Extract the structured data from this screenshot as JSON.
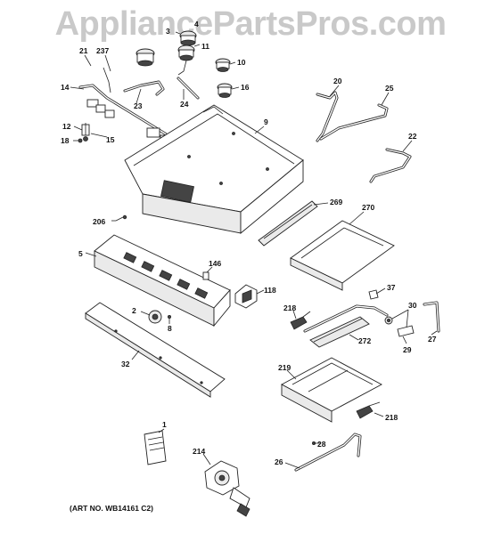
{
  "watermark": "AppliancePartsPros.com",
  "art_number": "(ART NO. WB14161 C2)",
  "callouts": {
    "c1": "1",
    "c2": "2",
    "c3": "3",
    "c4": "4",
    "c5": "5",
    "c8": "8",
    "c9": "9",
    "c10": "10",
    "c11": "11",
    "c12": "12",
    "c14": "14",
    "c15": "15",
    "c16": "16",
    "c18": "18",
    "c20": "20",
    "c21": "21",
    "c22": "22",
    "c23": "23",
    "c24": "24",
    "c25": "25",
    "c26": "26",
    "c27": "27",
    "c28": "28",
    "c29": "29",
    "c30": "30",
    "c32": "32",
    "c37": "37",
    "c118": "118",
    "c146": "146",
    "c206": "206",
    "c214": "214",
    "c218a": "218",
    "c218b": "218",
    "c219": "219",
    "c237": "237",
    "c269": "269",
    "c270": "270",
    "c272": "272"
  }
}
